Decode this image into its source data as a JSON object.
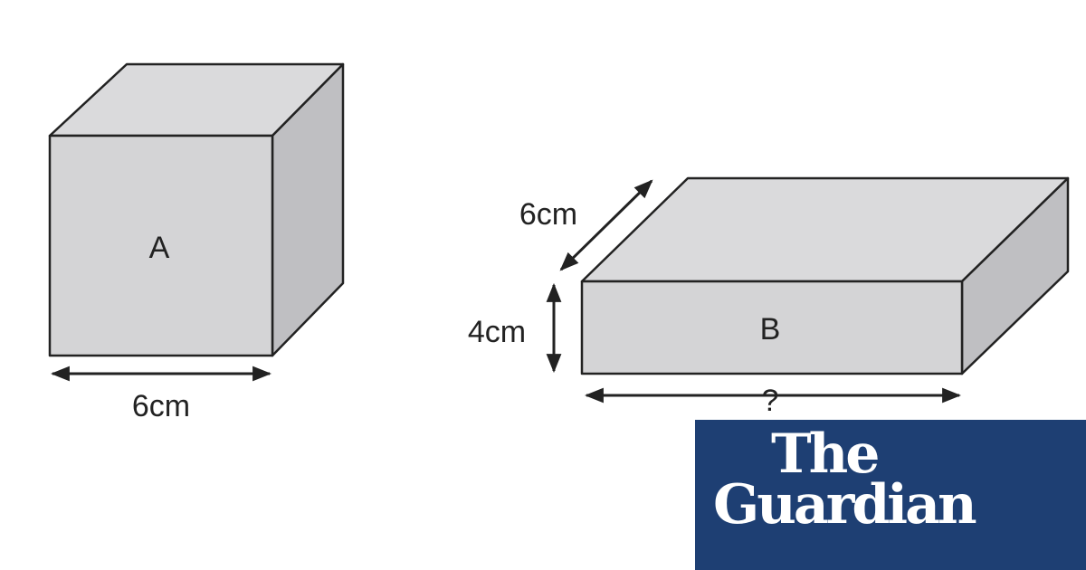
{
  "diagram": {
    "cube_a": {
      "label": "A",
      "width_label": "6cm"
    },
    "box_b": {
      "label": "B",
      "depth_label": "6cm",
      "height_label": "4cm",
      "length_label": "?"
    },
    "colors": {
      "front": "#d4d4d6",
      "top": "#dadadc",
      "side": "#bfbfc2",
      "stroke": "#222222"
    }
  },
  "logo": {
    "line1": "The",
    "line2": "Guardian",
    "background": "#1e3f73"
  }
}
